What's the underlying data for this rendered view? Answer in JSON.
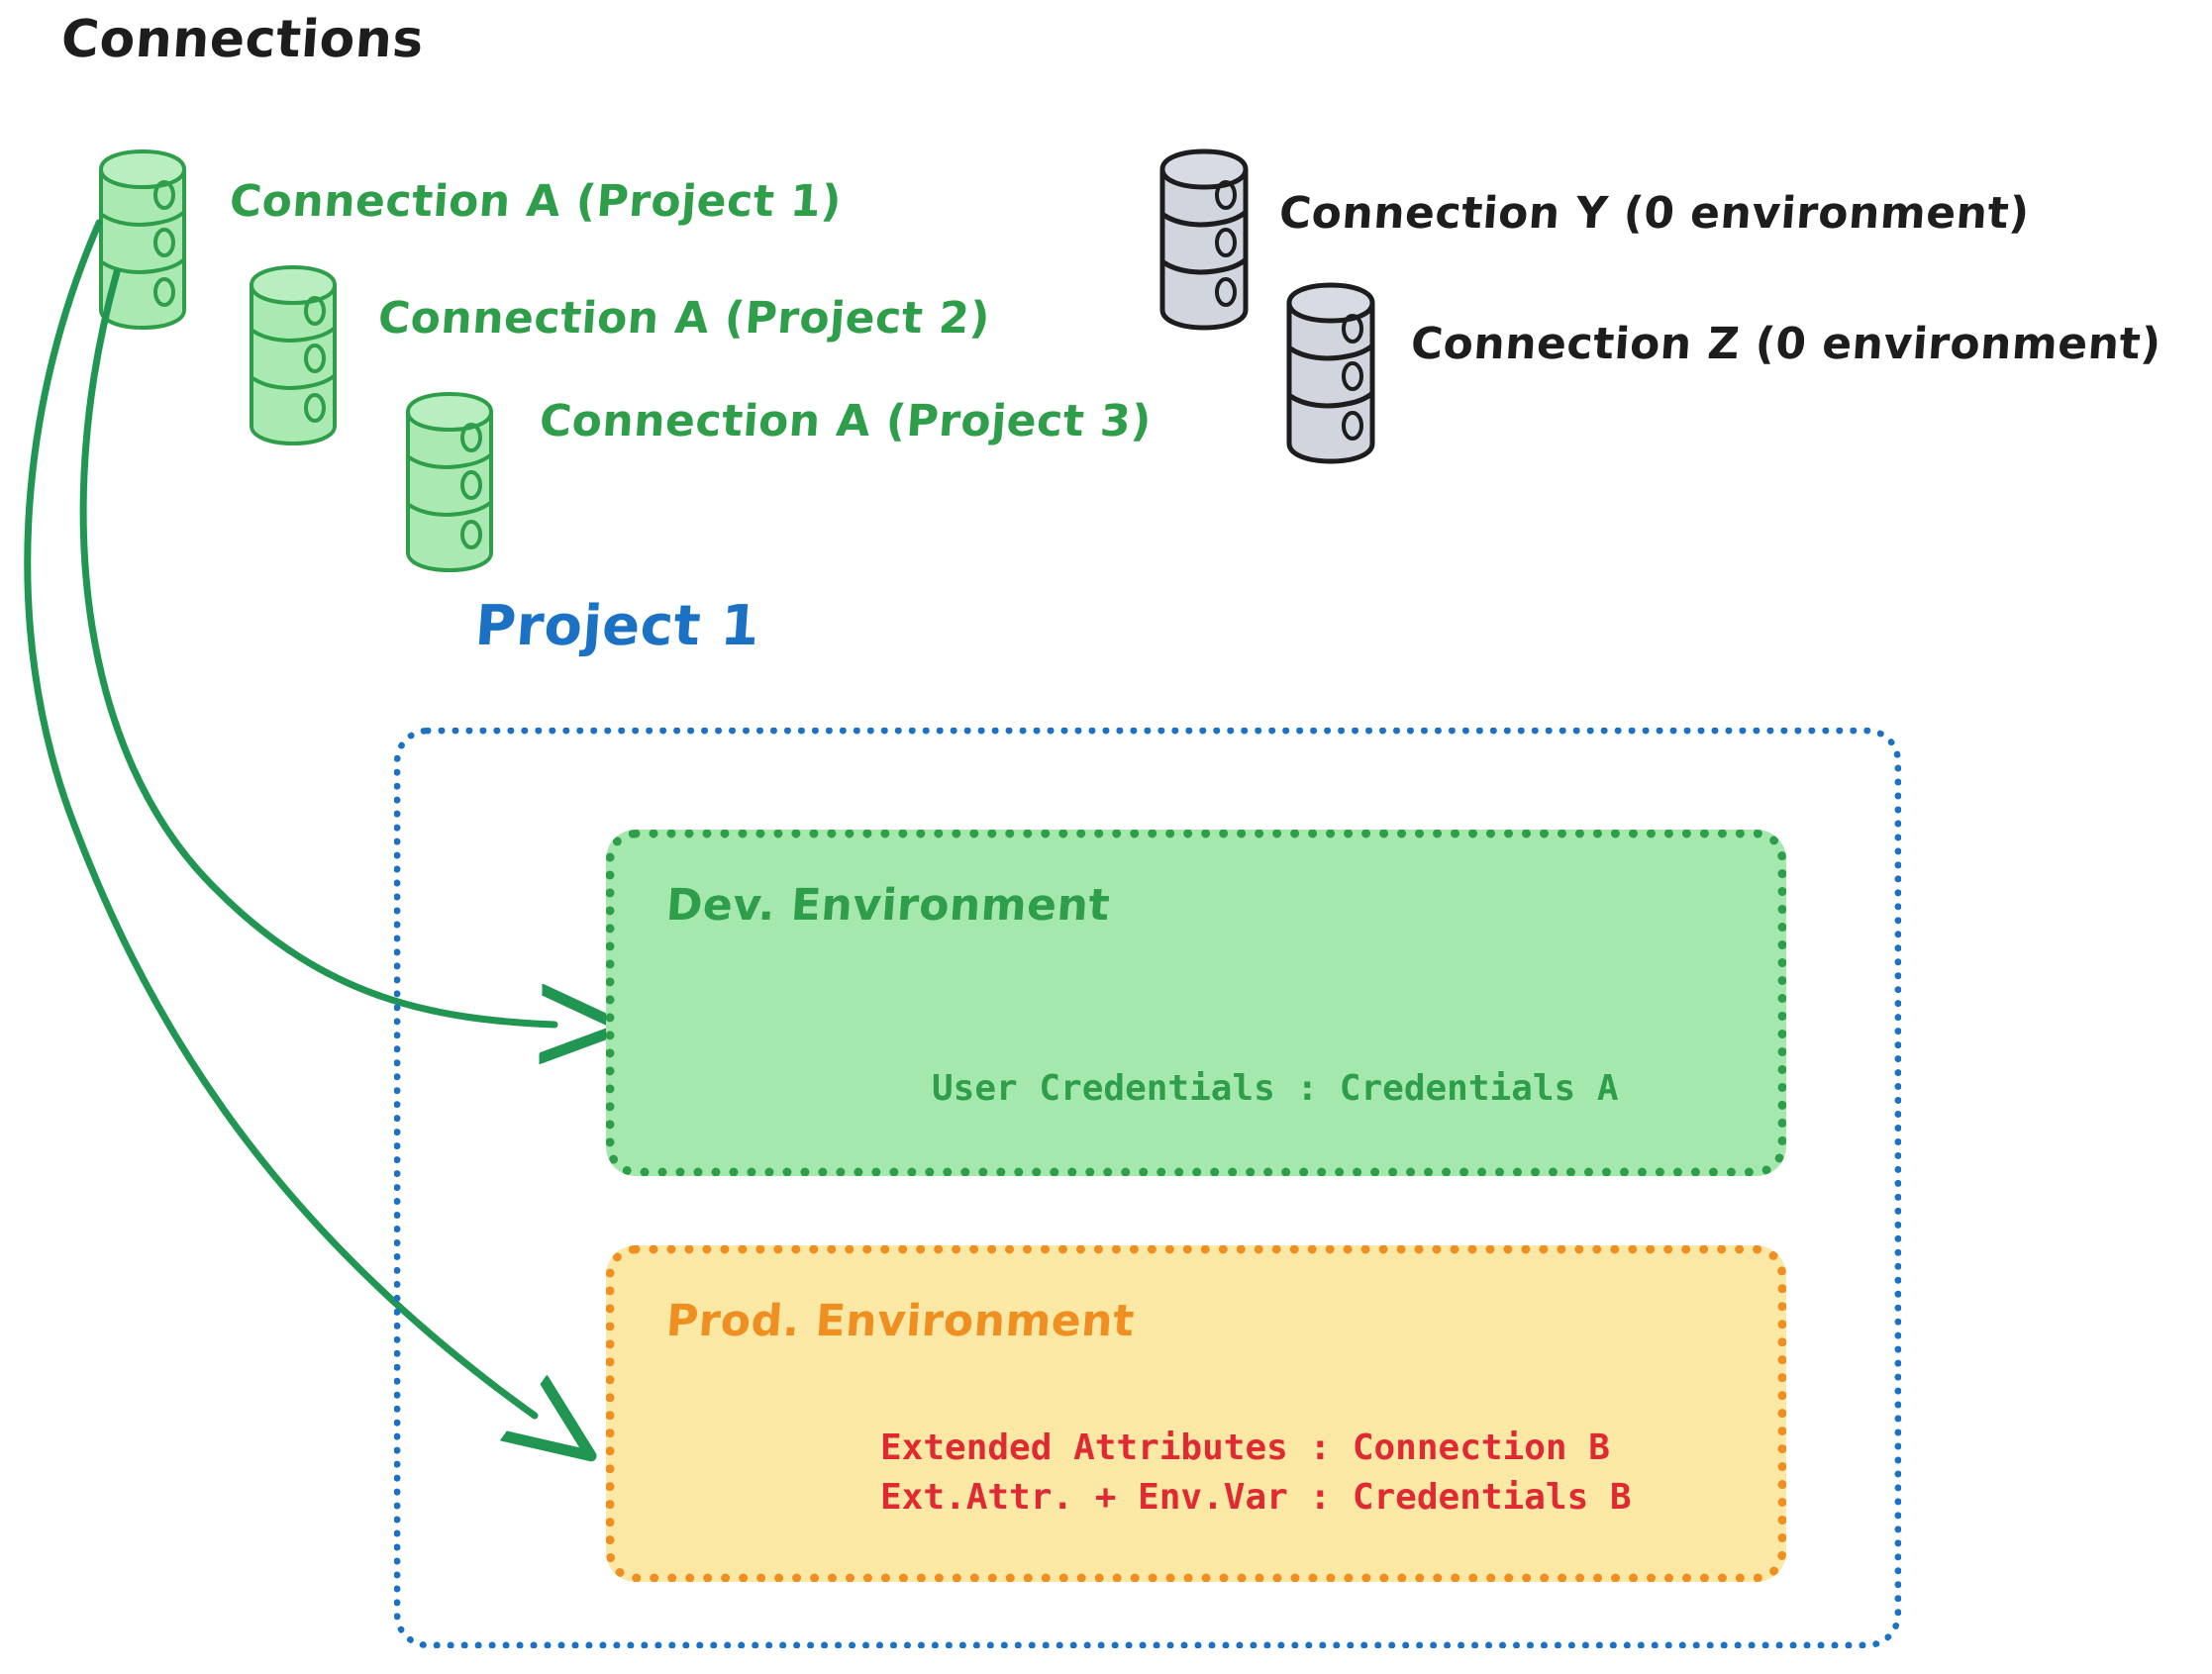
{
  "header": {
    "title": "Connections"
  },
  "connections": {
    "green": [
      {
        "label": "Connection A (Project 1)",
        "color": "#2e9e4a",
        "fill": "#a5e8ad"
      },
      {
        "label": "Connection A (Project 2)",
        "color": "#2e9e4a",
        "fill": "#a5e8ad"
      },
      {
        "label": "Connection A (Project 3)",
        "color": "#2e9e4a",
        "fill": "#a5e8ad"
      }
    ],
    "grey": [
      {
        "label": "Connection Y (0 environment)",
        "color": "#1d1d1d",
        "fill": "#ced3dc"
      },
      {
        "label": "Connection Z (0 environment)",
        "color": "#1d1d1d",
        "fill": "#ced3dc"
      }
    ]
  },
  "project": {
    "title": "Project 1",
    "color": "#1b71c4",
    "environments": [
      {
        "name": "Dev. Environment",
        "color": "#2e9e4a",
        "fill": "#a5e8ad",
        "entries": [
          "User Credentials : Credentials A"
        ],
        "entry_color": "#2e9e4a"
      },
      {
        "name": "Prod. Environment",
        "color": "#ef8f22",
        "fill": "#fae8a4",
        "entries": [
          "Extended Attributes : Connection B",
          "Ext.Attr. + Env.Var : Credentials B"
        ],
        "entry_color": "#e02a33"
      }
    ]
  },
  "arrows": {
    "color": "#219653",
    "count": 2,
    "description": "two curved green arrows from Connection A stack to Dev. and Prod. environments"
  },
  "colors": {
    "green_stroke": "#2e9e4a",
    "green_fill": "#a5e8ad",
    "orange_stroke": "#ef8f22",
    "yellow_fill": "#fae8a4",
    "blue_stroke": "#1b71c4",
    "red_text": "#e02a33",
    "grey_fill": "#ced3dc",
    "black_text": "#1d1d1d"
  }
}
